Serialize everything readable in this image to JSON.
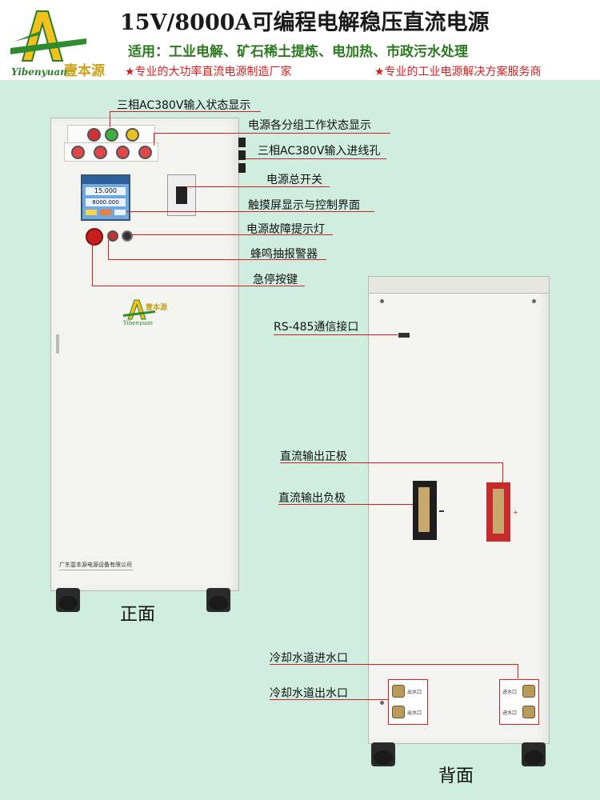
{
  "header": {
    "title": "15V/8000A可编程电解稳压直流电源",
    "usage": "适用：工业电解、矿石稀土提炼、电加热、市政污水处理",
    "slogan_left": "★专业的大功率直流电源制造厂家",
    "slogan_right": "★专业的工业电源解决方案服务商"
  },
  "logo": {
    "letter": "A",
    "brand_cn": "壹本源",
    "brand_en": "Yibenyuan"
  },
  "front": {
    "caption": "正面",
    "screen_value_1": "15.000",
    "screen_value_2": "8000.000",
    "nameplate": "广东壹本源电源设备有限公司",
    "callouts": [
      "三相AC380V输入状态显示",
      "电源各分组工作状态显示",
      "三相AC380V输入进线孔",
      "电源总开关",
      "触摸屏显示与控制界面",
      "电源故障提示灯",
      "蜂鸣抽报警器",
      "急停按键"
    ]
  },
  "back": {
    "caption": "背面",
    "port_in_label": "出水口",
    "port_in_label2": "进水口",
    "callouts": [
      "RS-485通信接口",
      "直流输出正极",
      "直流输出负极",
      "冷却水道进水口",
      "冷却水道出水口"
    ]
  },
  "colors": {
    "accent_red": "#d42020",
    "usage_green": "#2b7a20",
    "background": "#cfeee0"
  }
}
